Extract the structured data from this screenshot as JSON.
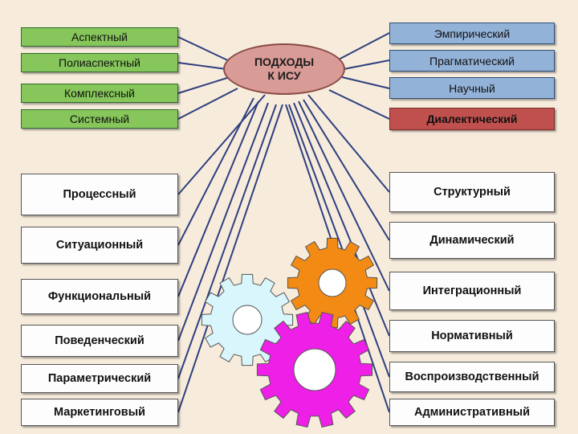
{
  "center": {
    "line1": "ПОДХОДЫ",
    "line2": "К ИСУ"
  },
  "left_top": [
    {
      "label": "Аспектный"
    },
    {
      "label": "Полиаспектный"
    },
    {
      "label": "Комплексный"
    },
    {
      "label": "Системный"
    }
  ],
  "right_top": [
    {
      "label": "Эмпирический"
    },
    {
      "label": "Прагматический"
    },
    {
      "label": "Научный"
    },
    {
      "label": "Диалектический"
    }
  ],
  "left_bottom": [
    {
      "label": "Процессный"
    },
    {
      "label": "Ситуационный"
    },
    {
      "label": "Функциональный"
    },
    {
      "label": "Поведенческий"
    },
    {
      "label": "Параметрический"
    },
    {
      "label": "Маркетинговый"
    }
  ],
  "right_bottom": [
    {
      "label": "Структурный"
    },
    {
      "label": "Динамический"
    },
    {
      "label": "Интеграционный"
    },
    {
      "label": "Нормативный"
    },
    {
      "label": "Воспроизводственный"
    },
    {
      "label": "Административный"
    }
  ],
  "colors": {
    "green": "#86c65a",
    "blue": "#93b2d8",
    "red": "#c0504d",
    "oval": "#d89b96",
    "gear_orange": "#f28a13",
    "gear_cyan": "#d8f6fb",
    "gear_magenta": "#ee1fe6",
    "connector": "#2f3f7f"
  },
  "gears": [
    {
      "name": "orange-gear",
      "color": "#f28a13"
    },
    {
      "name": "cyan-gear",
      "color": "#d8f6fb"
    },
    {
      "name": "magenta-gear",
      "color": "#ee1fe6"
    }
  ]
}
